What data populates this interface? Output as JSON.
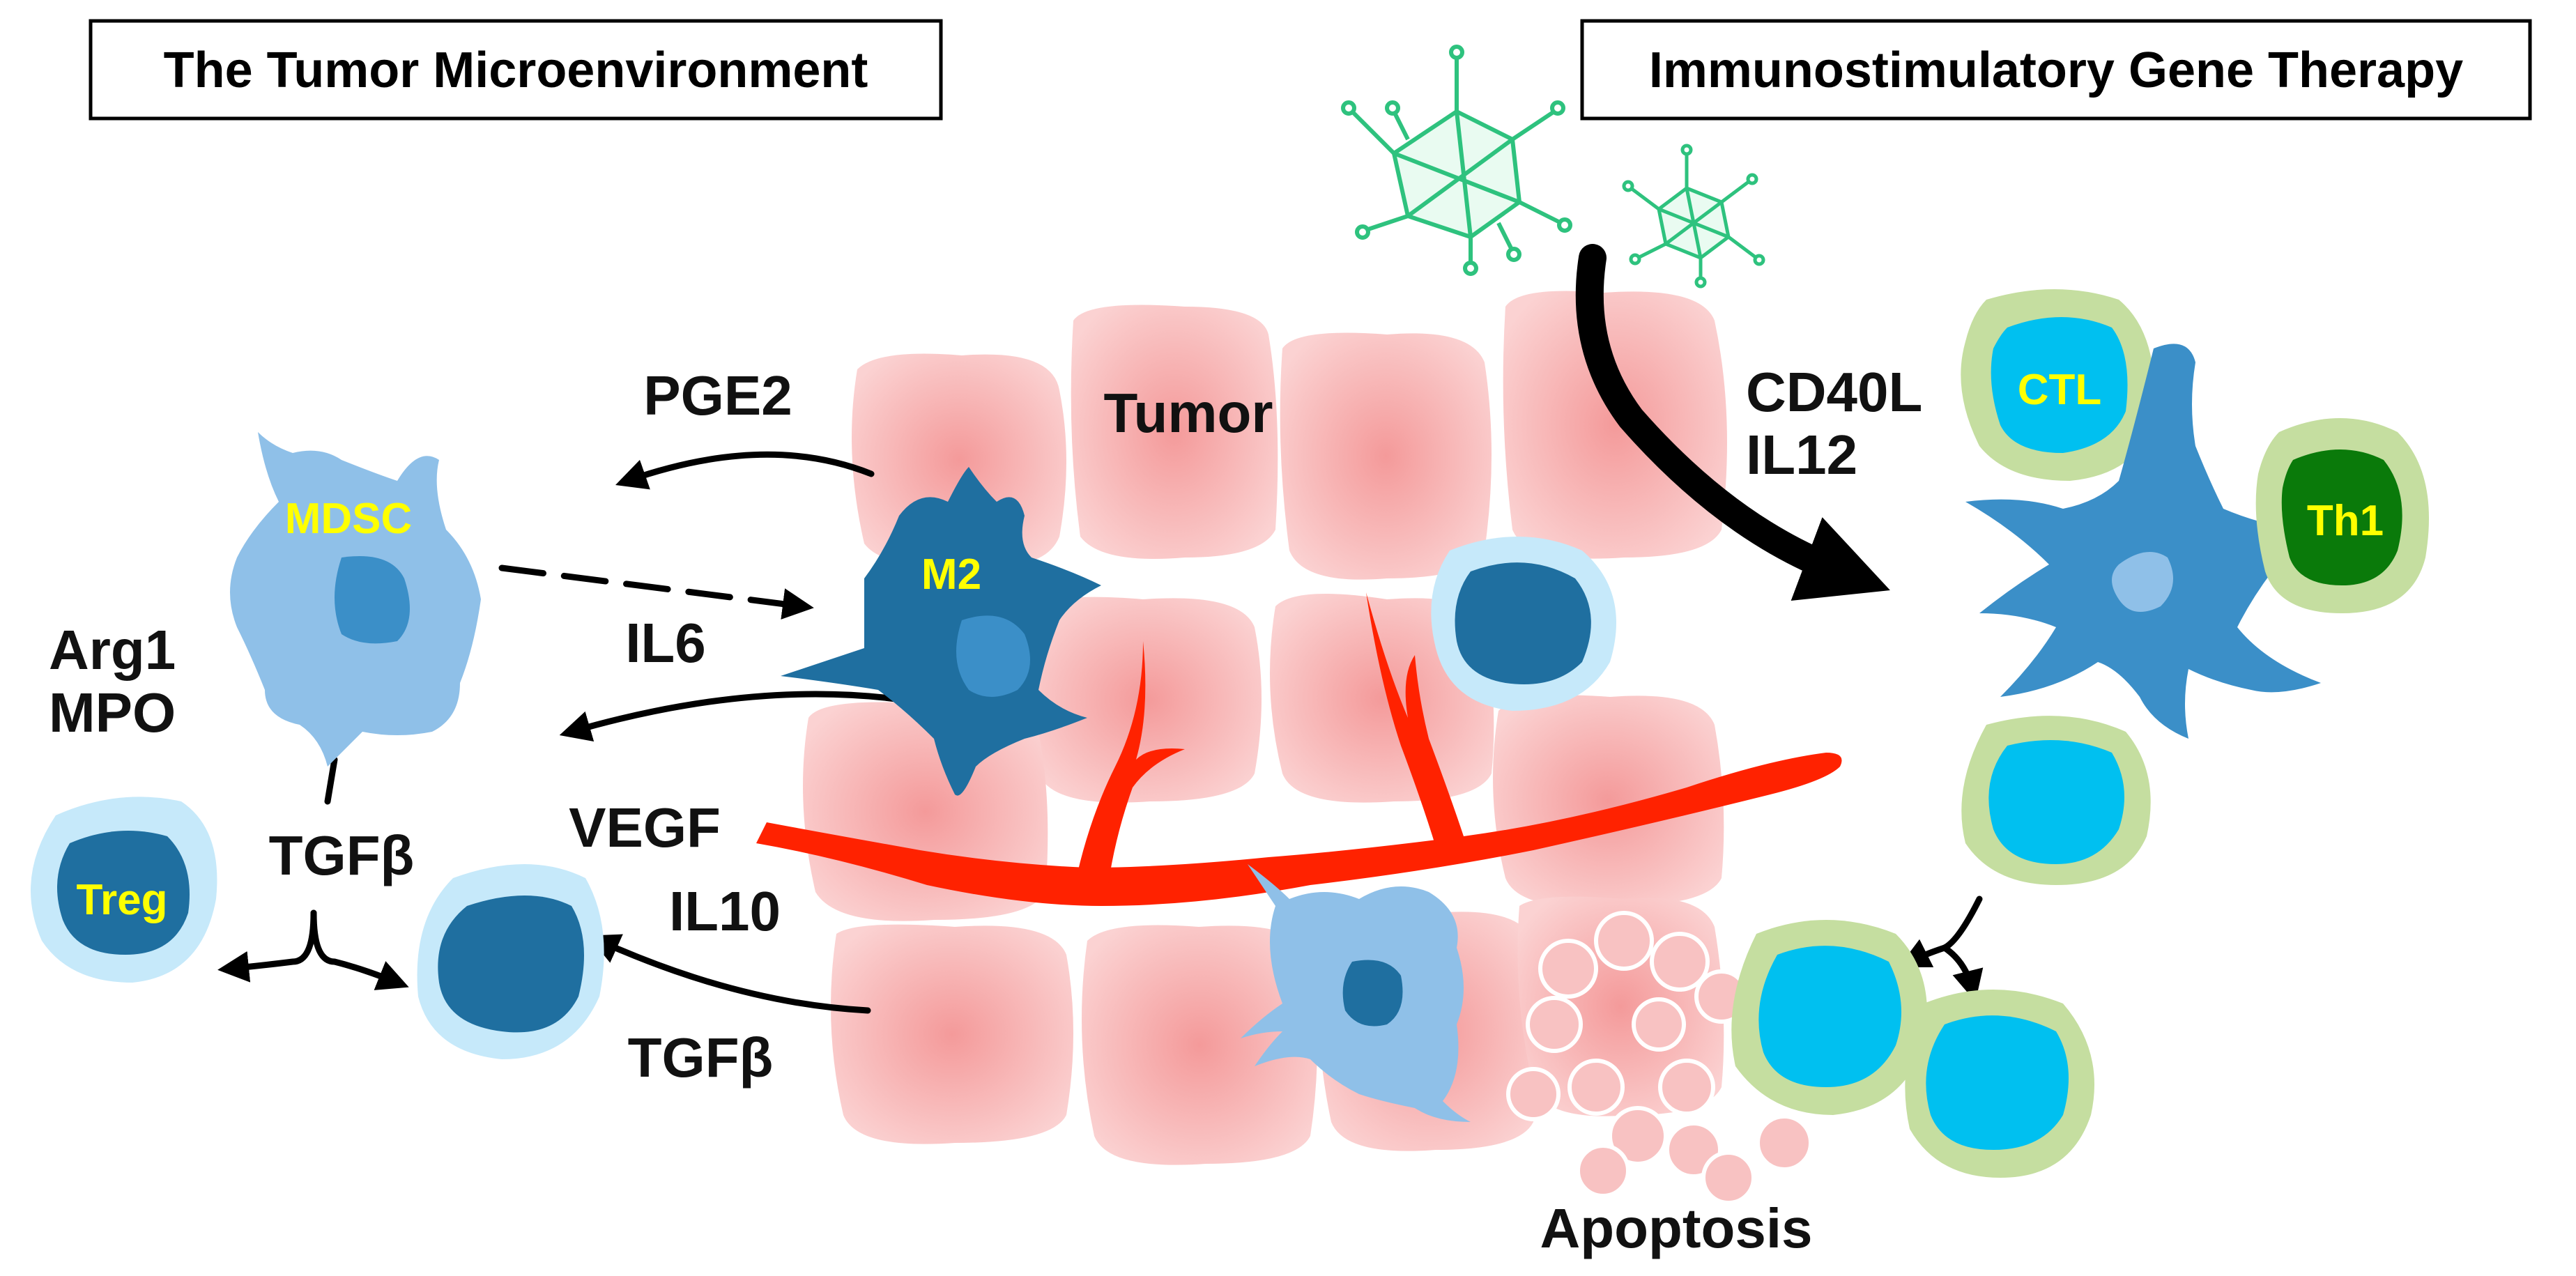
{
  "titles": {
    "left": "The Tumor Microenvironment",
    "right": "Immunostimulatory Gene Therapy"
  },
  "cells": {
    "mdsc": "MDSC",
    "m2": "M2",
    "treg": "Treg",
    "ctl": "CTL",
    "th1": "Th1"
  },
  "labels": {
    "tumor": "Tumor",
    "pge2": "PGE2",
    "il6": "IL6",
    "arg1": "Arg1",
    "mpo": "MPO",
    "tgfb_left": "TGFβ",
    "vegf": "VEGF",
    "il10": "IL10",
    "tgfb_bottom": "TGFβ",
    "cd40l": "CD40L",
    "il12": "IL12",
    "apoptosis": "Apoptosis"
  },
  "colors": {
    "tumor_cell": "#f7b6b6",
    "vessel": "#ff2200",
    "light_blue_cell": "#8fc0e8",
    "dark_blue": "#1f6fa0",
    "nucleus": "#3b8fc8",
    "halo": "#c6e9fa",
    "ctl_cyan": "#00c0f0",
    "green_ring": "#c5dea0",
    "th1_green": "#0a7a0a",
    "virus": "#2ec27e",
    "label_yellow": "#ffff00"
  }
}
